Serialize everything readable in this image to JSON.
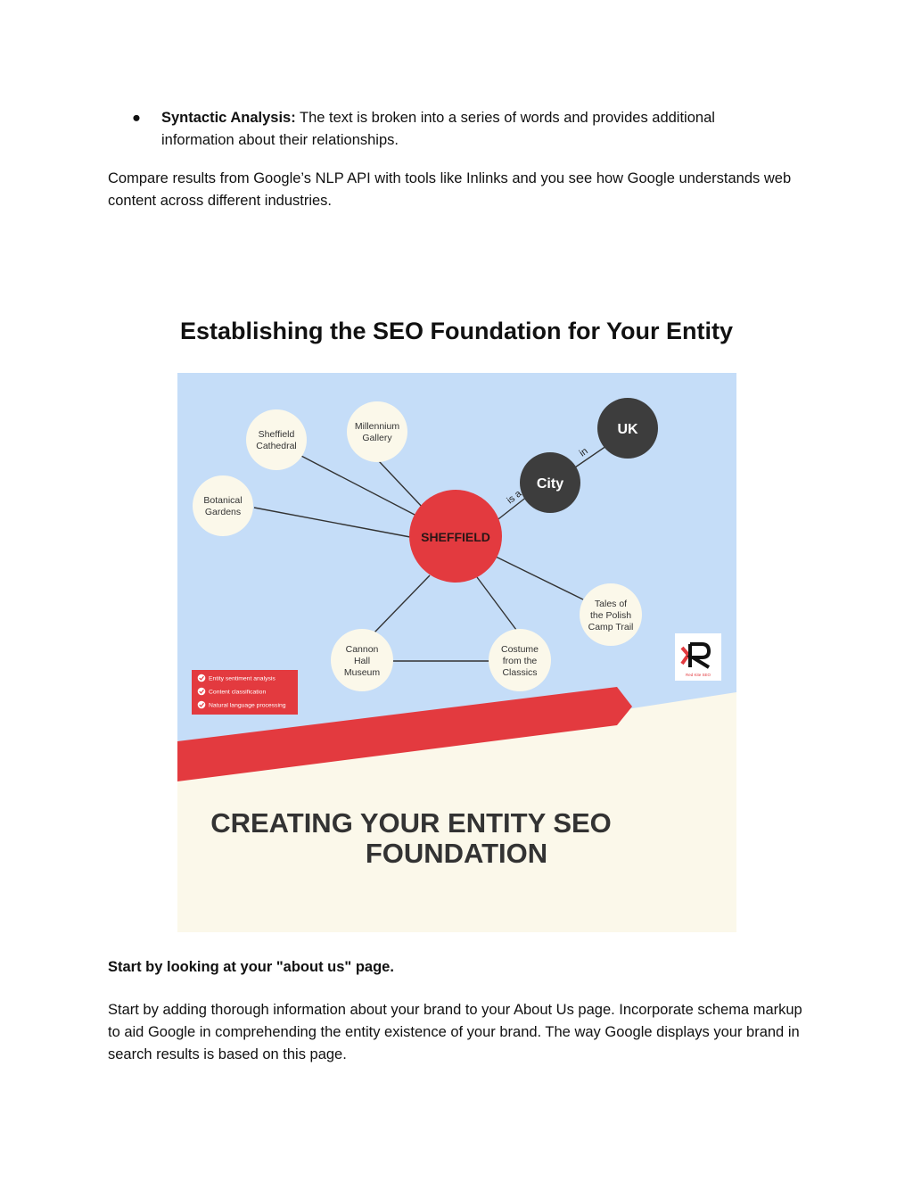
{
  "bullet": {
    "symbol": "●",
    "term": "Syntactic Analysis:",
    "text": " The text is broken into a series of words and provides additional information about their relationships."
  },
  "para1": "Compare results from Google’s NLP API with tools like Inlinks and you see how Google understands web content across different industries.",
  "heading": "Establishing the SEO Foundation for Your Entity",
  "infographic": {
    "center": "SHEFFIELD",
    "uk": "UK",
    "city": "City",
    "edge_in": "in",
    "edge_is_a": "is a",
    "nodes": {
      "cathedral": [
        "Sheffield",
        "Cathedral"
      ],
      "millennium": [
        "Millennium",
        "Gallery"
      ],
      "botanical": [
        "Botanical",
        "Gardens"
      ],
      "tales": [
        "Tales of",
        "the Polish",
        "Camp Trail"
      ],
      "cannon": [
        "Cannon",
        "Hall",
        "Museum"
      ],
      "costume": [
        "Costume",
        "from the",
        "Classics"
      ]
    },
    "checklist": [
      "Entity sentiment analysis",
      "Content classification",
      "Natural language processing"
    ],
    "logo_text": "Red Kite SEO",
    "banner_line1": "CREATING YOUR ENTITY SEO",
    "banner_line2": "FOUNDATION",
    "colors": {
      "sky": "#c5ddf8",
      "cream": "#fbf8ea",
      "red": "#e33a3f",
      "dark": "#3d3d3d"
    }
  },
  "subhead": "Start by looking at your \"about us\" page.",
  "para2": "Start by adding thorough information about your brand to your About Us page. Incorporate schema markup to aid Google in comprehending the entity existence of your brand. The way Google displays your brand in search results is based on this page."
}
